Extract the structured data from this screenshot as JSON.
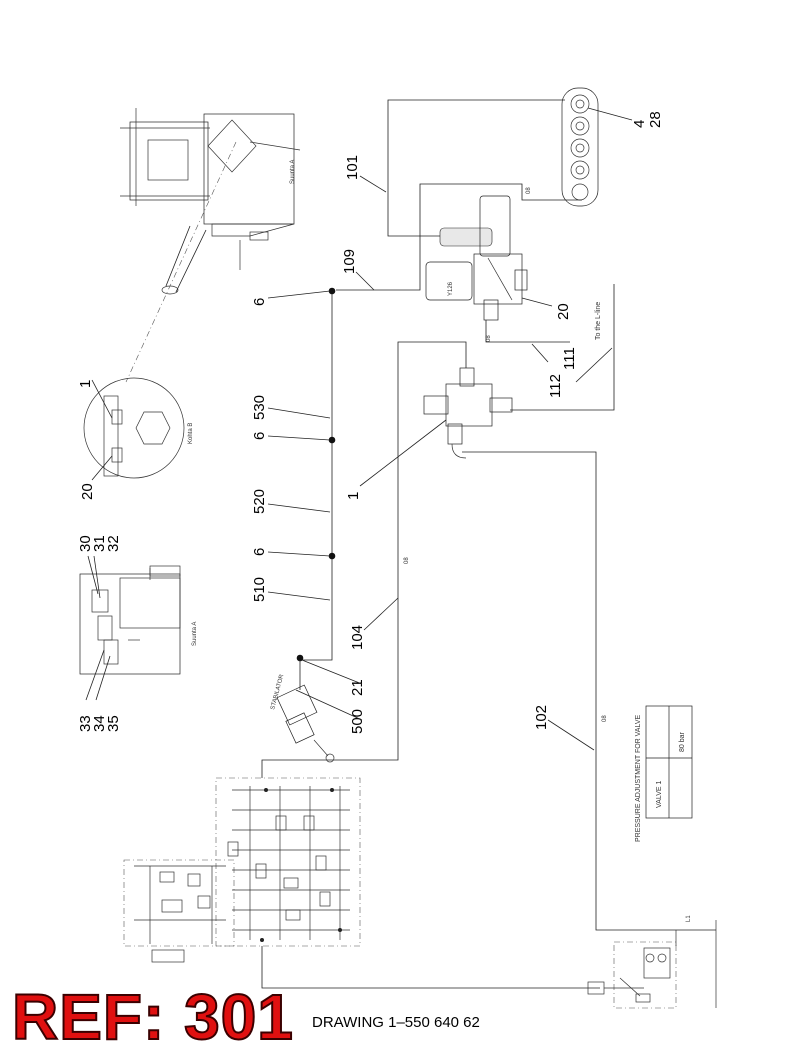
{
  "header": {
    "ref_label": "REF: 301",
    "drawing_label": "DRAWING 1–550 640 62"
  },
  "callouts": {
    "c4": "4",
    "c28": "28",
    "c101": "101",
    "c109": "109",
    "c6a": "6",
    "c20a": "20",
    "c112": "112",
    "c111": "111",
    "c1a": "1",
    "c20b": "20",
    "c530": "530",
    "c6b": "6",
    "c520": "520",
    "c1b": "1",
    "c30": "30",
    "c31": "31",
    "c32": "32",
    "c6c": "6",
    "c510": "510",
    "c104": "104",
    "c33": "33",
    "c34": "34",
    "c35": "35",
    "c21": "21",
    "c500": "500",
    "c102": "102"
  },
  "drawing_text": {
    "suunta_a_top": "Suunta A",
    "suunta_a_mid": "Suunta A",
    "kohta_b": "Kohta B",
    "y126": "Y126",
    "to_l_line": "To the L-line",
    "stabilator": "STABILATOR",
    "l1": "L1",
    "pressure_caption": "PRESSURE ADJUSTMENT FOR VALVE",
    "valve_name": "VALVE 1",
    "valve_pressure": "80 bar",
    "hose_tag": "08"
  },
  "colors": {
    "ref_red": "#e01010",
    "line": "#222222"
  }
}
